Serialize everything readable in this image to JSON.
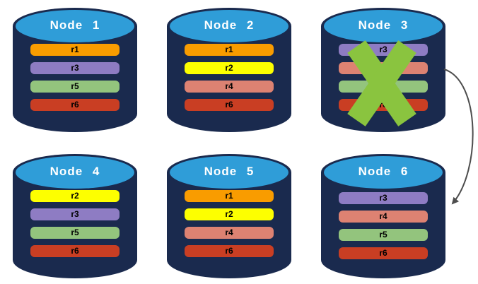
{
  "colors": {
    "cylinder_body": "#1a2a4e",
    "cylinder_top": "#2f9dd8",
    "title_text": "#ffffff",
    "bar_text": "#000000",
    "failure_x": "#8ac43f",
    "arrow": "#4d4d4d",
    "replica_palette": {
      "r1": "#f99c00",
      "r2": "#fdff00",
      "r3": "#8e7cc3",
      "r4": "#dd8272",
      "r5": "#93c47d",
      "r6": "#c93e23"
    }
  },
  "nodes": [
    {
      "title": "Node 1",
      "replicas": [
        {
          "label": "r1",
          "color": "#f99c00"
        },
        {
          "label": "r3",
          "color": "#8e7cc3"
        },
        {
          "label": "r5",
          "color": "#93c47d"
        },
        {
          "label": "r6",
          "color": "#c93e23"
        }
      ]
    },
    {
      "title": "Node 2",
      "replicas": [
        {
          "label": "r1",
          "color": "#f99c00"
        },
        {
          "label": "r2",
          "color": "#fdff00"
        },
        {
          "label": "r4",
          "color": "#dd8272"
        },
        {
          "label": "r6",
          "color": "#c93e23"
        }
      ]
    },
    {
      "title": "Node 3",
      "replicas": [
        {
          "label": "r3",
          "color": "#8e7cc3"
        },
        {
          "label": "r4",
          "color": "#dd8272"
        },
        {
          "label": "r5",
          "color": "#93c47d"
        },
        {
          "label": "r6",
          "color": "#c93e23"
        }
      ]
    },
    {
      "title": "Node 4",
      "replicas": [
        {
          "label": "r2",
          "color": "#fdff00"
        },
        {
          "label": "r3",
          "color": "#8e7cc3"
        },
        {
          "label": "r5",
          "color": "#93c47d"
        },
        {
          "label": "r6",
          "color": "#c93e23"
        }
      ]
    },
    {
      "title": "Node 5",
      "replicas": [
        {
          "label": "r1",
          "color": "#f99c00"
        },
        {
          "label": "r2",
          "color": "#fdff00"
        },
        {
          "label": "r4",
          "color": "#dd8272"
        },
        {
          "label": "r6",
          "color": "#c93e23"
        }
      ]
    },
    {
      "title": "Node 6",
      "replicas": [
        {
          "label": "r3",
          "color": "#8e7cc3"
        },
        {
          "label": "r4",
          "color": "#dd8272"
        },
        {
          "label": "r5",
          "color": "#93c47d"
        },
        {
          "label": "r6",
          "color": "#c93e23"
        }
      ]
    }
  ],
  "annotations": {
    "failed_node": "Node 3",
    "arrow_from": "Node 3",
    "arrow_to": "Node 6"
  }
}
